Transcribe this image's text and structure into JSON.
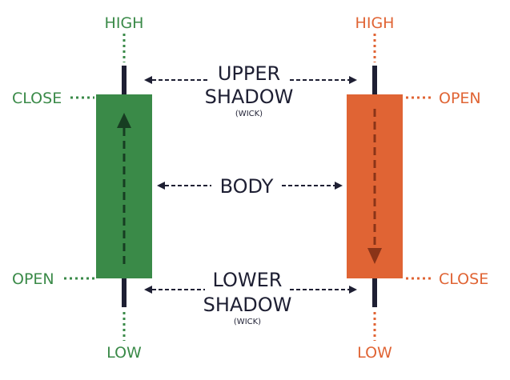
{
  "colors": {
    "bullish": "#3a8a48",
    "bearish": "#e06434",
    "dark": "#1e1f33"
  },
  "bullish": {
    "high": "HIGH",
    "close": "CLOSE",
    "open": "OPEN",
    "low": "LOW"
  },
  "bearish": {
    "high": "HIGH",
    "open": "OPEN",
    "close": "CLOSE",
    "low": "LOW"
  },
  "annotations": {
    "upper_shadow": [
      "UPPER",
      "SHADOW",
      "(WICK)"
    ],
    "body": "BODY",
    "lower_shadow": [
      "LOWER",
      "SHADOW",
      "(WICK)"
    ]
  }
}
